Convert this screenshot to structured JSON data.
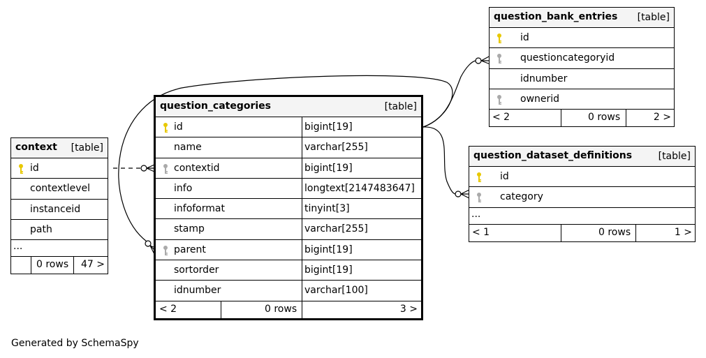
{
  "diagram": {
    "footer": "Generated by SchemaSpy",
    "table_tag": "[table]",
    "colors": {
      "primary_key": "#e8c800",
      "foreign_key": "#aaaaaa",
      "header_bg": "#f4f4f4"
    },
    "tables": {
      "context": {
        "name": "context",
        "columns": [
          {
            "name": "id",
            "key": "primary"
          },
          {
            "name": "contextlevel",
            "key": ""
          },
          {
            "name": "instanceid",
            "key": ""
          },
          {
            "name": "path",
            "key": ""
          }
        ],
        "ellipsis": "...",
        "footer": {
          "left": "",
          "middle": "0 rows",
          "right": "47 >"
        }
      },
      "question_categories": {
        "name": "question_categories",
        "columns": [
          {
            "name": "id",
            "type": "bigint[19]",
            "key": "primary"
          },
          {
            "name": "name",
            "type": "varchar[255]",
            "key": ""
          },
          {
            "name": "contextid",
            "type": "bigint[19]",
            "key": "foreign"
          },
          {
            "name": "info",
            "type": "longtext[2147483647]",
            "key": ""
          },
          {
            "name": "infoformat",
            "type": "tinyint[3]",
            "key": ""
          },
          {
            "name": "stamp",
            "type": "varchar[255]",
            "key": ""
          },
          {
            "name": "parent",
            "type": "bigint[19]",
            "key": "foreign"
          },
          {
            "name": "sortorder",
            "type": "bigint[19]",
            "key": ""
          },
          {
            "name": "idnumber",
            "type": "varchar[100]",
            "key": ""
          }
        ],
        "footer": {
          "left": "< 2",
          "middle": "0 rows",
          "right": "3 >"
        }
      },
      "question_bank_entries": {
        "name": "question_bank_entries",
        "columns": [
          {
            "name": "id",
            "key": "primary"
          },
          {
            "name": "questioncategoryid",
            "key": "foreign"
          },
          {
            "name": "idnumber",
            "key": ""
          },
          {
            "name": "ownerid",
            "key": "foreign"
          }
        ],
        "footer": {
          "left": "< 2",
          "middle": "0 rows",
          "right": "2 >"
        }
      },
      "question_dataset_definitions": {
        "name": "question_dataset_definitions",
        "columns": [
          {
            "name": "id",
            "key": "primary"
          },
          {
            "name": "category",
            "key": "foreign"
          }
        ],
        "ellipsis": "...",
        "footer": {
          "left": "< 1",
          "middle": "0 rows",
          "right": "1 >"
        }
      }
    }
  }
}
